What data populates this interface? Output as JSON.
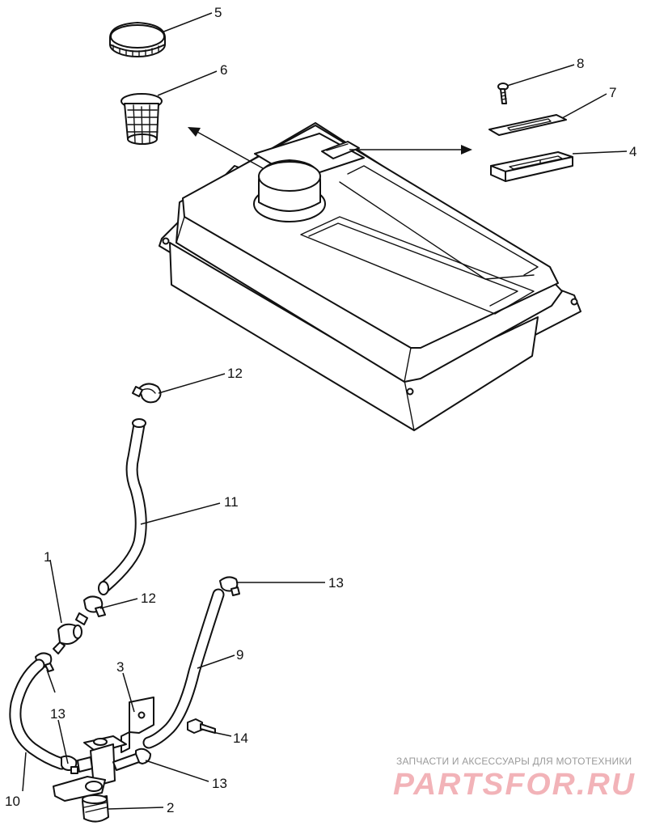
{
  "callouts": {
    "c1": "1",
    "c2": "2",
    "c3": "3",
    "c4": "4",
    "c5": "5",
    "c6": "6",
    "c7": "7",
    "c8": "8",
    "c9": "9",
    "c10": "10",
    "c11": "11",
    "c12a": "12",
    "c12b": "12",
    "c13a": "13",
    "c13b": "13",
    "c13c": "13",
    "c14": "14"
  },
  "watermark": {
    "tagline": "ЗАПЧАСТИ И АКСЕССУАРЫ ДЛЯ МОТОТЕХНИКИ",
    "brand": "PARTSFOR.RU"
  }
}
